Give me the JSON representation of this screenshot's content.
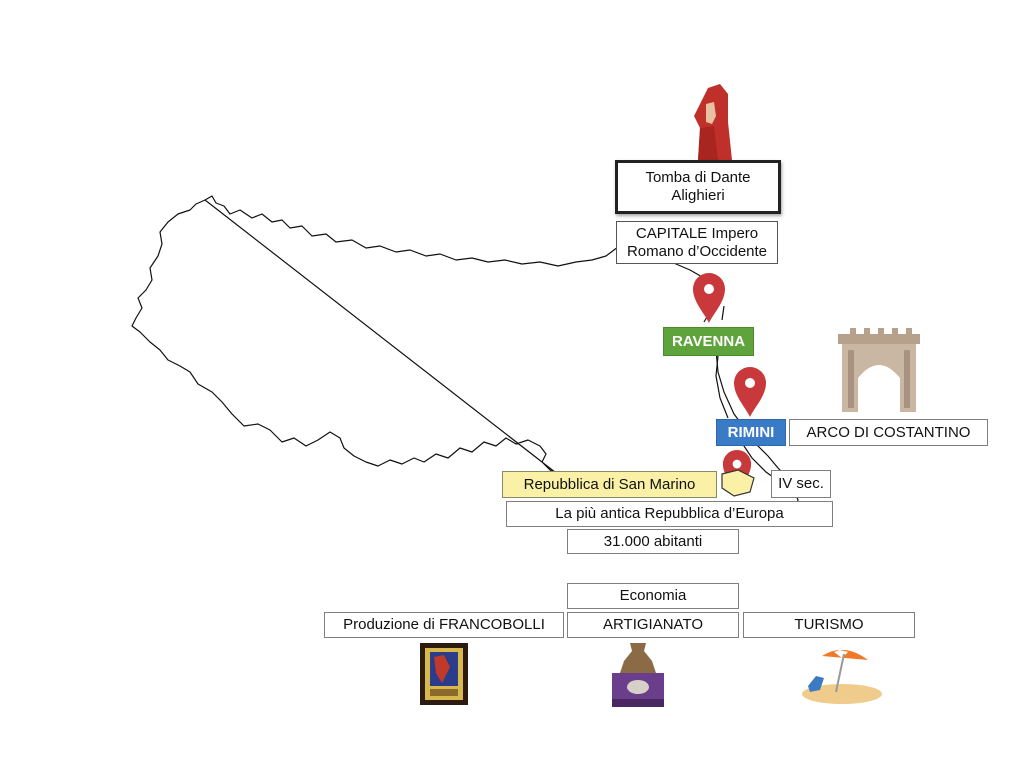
{
  "colors": {
    "ravenna_label": "#5ea33c",
    "rimini_label": "#3a7bc8",
    "san_marino_label": "#fbf1a6",
    "pin": "#c9393b"
  },
  "icons": {
    "pin": "map-pin-icon",
    "dante": "dante-portrait-icon",
    "arch": "arch-of-augustus-icon",
    "stamp": "postage-stamp-icon",
    "vase": "craft-vase-icon",
    "beach": "beach-umbrella-icon"
  },
  "map": {
    "dante_tomb": "Tomba di Dante\nAlighieri",
    "capital": "CAPITALE Impero\nRomano d’Occidente",
    "ravenna": "RAVENNA",
    "rimini": "RIMINI",
    "arch": "ARCO DI COSTANTINO",
    "san_marino": "Repubblica di San Marino",
    "century": "IV sec.",
    "oldest_republic": "La più antica Repubblica d’Europa",
    "population": "31.000  abitanti"
  },
  "economy": {
    "title": "Economia",
    "items": [
      "Produzione di FRANCOBOLLI",
      "ARTIGIANATO",
      "TURISMO"
    ]
  }
}
